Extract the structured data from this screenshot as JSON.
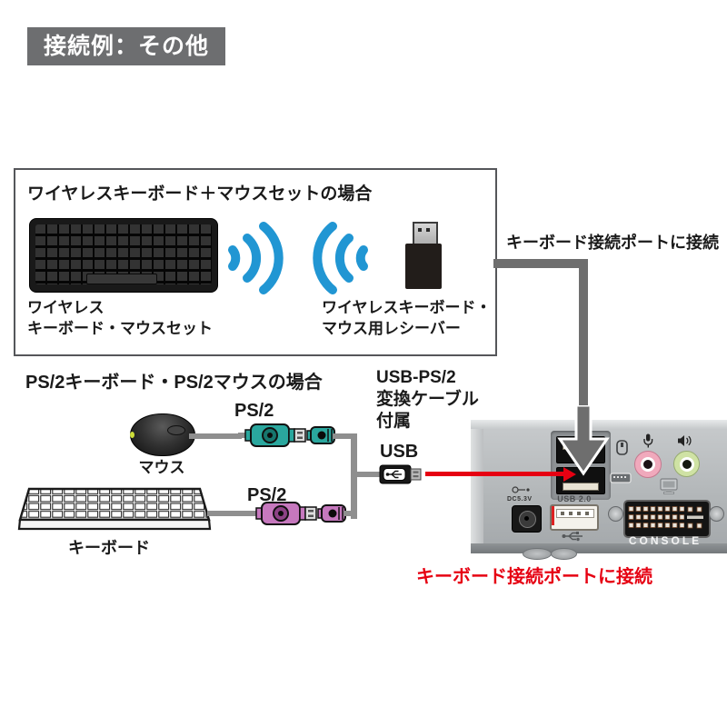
{
  "badge": {
    "label": "接続例：その他"
  },
  "wireless": {
    "title": "ワイヤレスキーボード＋マウスセットの場合",
    "set_label_1": "ワイヤレス",
    "set_label_2": "キーボード・マウスセット",
    "receiver_label_1": "ワイヤレスキーボード・",
    "receiver_label_2": "マウス用レシーバー",
    "connect_note": "キーボード接続ポートに接続"
  },
  "ps2": {
    "heading": "PS/2キーボード・PS/2マウスの場合",
    "mouse_ps2_label": "PS/2",
    "keyboard_ps2_label": "PS/2",
    "mouse_label": "マウス",
    "keyboard_label": "キーボード",
    "adapter_line_1": "USB-PS/2",
    "adapter_line_2": "変換ケーブル",
    "adapter_line_3": "付属",
    "usb_label": "USB",
    "connect_note": "キーボード接続ポートに接続"
  },
  "device": {
    "dc_label": "DC5.3V",
    "usb2_label": "USB 2.0",
    "console_label": "CONSOLE"
  },
  "colors": {
    "badge_bg": "#6d6e70",
    "wifi_blue": "#2196d3",
    "red_accent": "#e60012",
    "ps2_mouse_green": "#2aa79e",
    "ps2_keyboard_purple": "#c678be",
    "cable_gray": "#8f8f8f",
    "thick_cable_gray": "#6e6e6e"
  }
}
